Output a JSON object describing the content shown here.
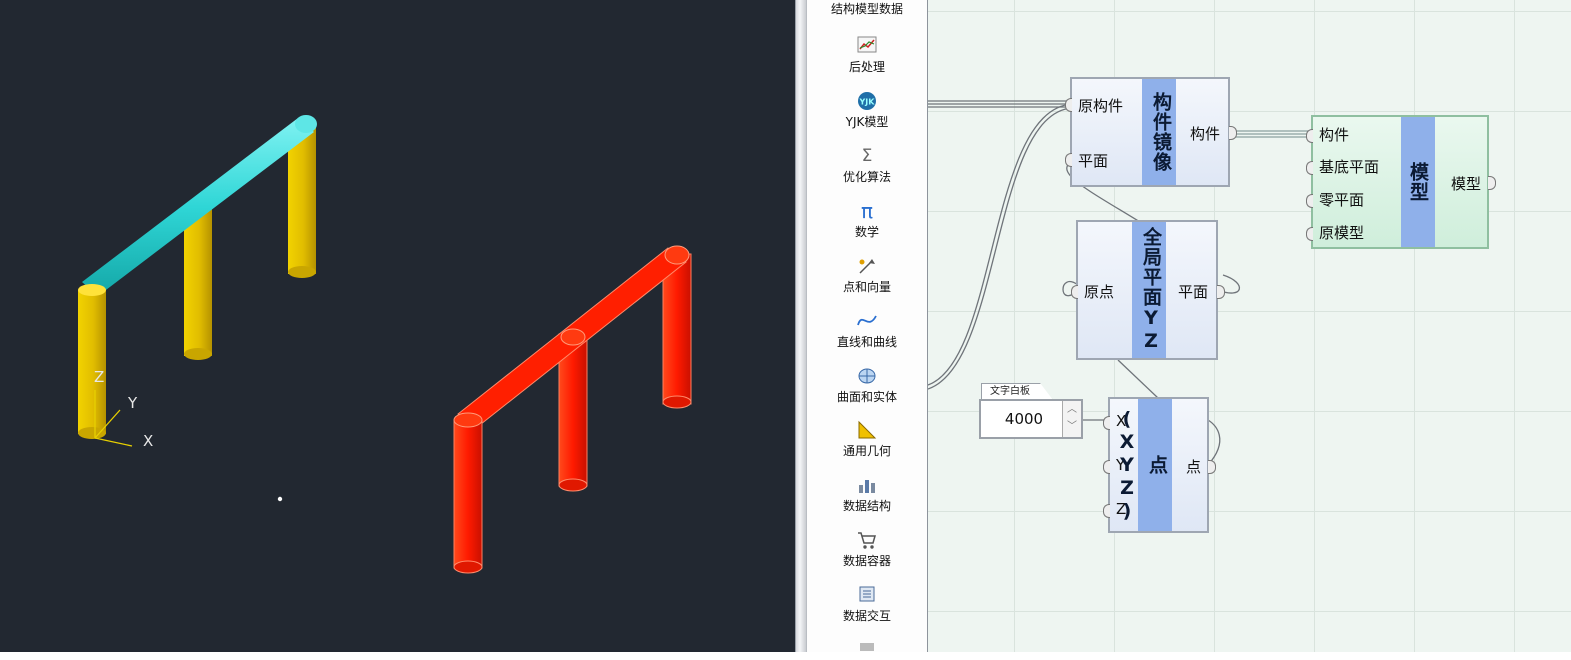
{
  "viewport": {
    "axis_labels": {
      "x": "X",
      "y": "Y",
      "z": "Z"
    },
    "colors": {
      "background": "#222831",
      "column": "#e7c400",
      "beam": "#2fd6d6",
      "selected": "#ff1a00"
    }
  },
  "palette": {
    "items": [
      {
        "label": "结构模型数据",
        "icon": "database-icon"
      },
      {
        "label": "后处理",
        "icon": "chart-icon"
      },
      {
        "label": "YJK模型",
        "icon": "yjk-logo-icon"
      },
      {
        "label": "优化算法",
        "icon": "sigma-icon"
      },
      {
        "label": "数学",
        "icon": "pi-icon"
      },
      {
        "label": "点和向量",
        "icon": "point-vector-icon"
      },
      {
        "label": "直线和曲线",
        "icon": "curve-icon"
      },
      {
        "label": "曲面和实体",
        "icon": "surface-solid-icon"
      },
      {
        "label": "通用几何",
        "icon": "triangle-ruler-icon"
      },
      {
        "label": "数据结构",
        "icon": "data-structure-icon"
      },
      {
        "label": "数据容器",
        "icon": "cart-icon"
      },
      {
        "label": "数据交互",
        "icon": "data-exchange-icon"
      }
    ]
  },
  "nodes": {
    "mirror": {
      "title": "构件镜像",
      "inputs": [
        "原构件",
        "平面"
      ],
      "outputs": [
        "构件"
      ]
    },
    "plane": {
      "title": "全局平面YZ",
      "inputs": [
        "原点"
      ],
      "outputs": [
        "平面"
      ]
    },
    "point": {
      "title": "点(XYZ)",
      "inputs": [
        "X",
        "Y",
        "Z"
      ],
      "outputs": [
        "点"
      ]
    },
    "model": {
      "title": "模型",
      "inputs": [
        "构件",
        "基底平面",
        "零平面",
        "原模型"
      ],
      "outputs": [
        "模型"
      ]
    }
  },
  "panel": {
    "tab": "文字白板",
    "value": "4000"
  }
}
